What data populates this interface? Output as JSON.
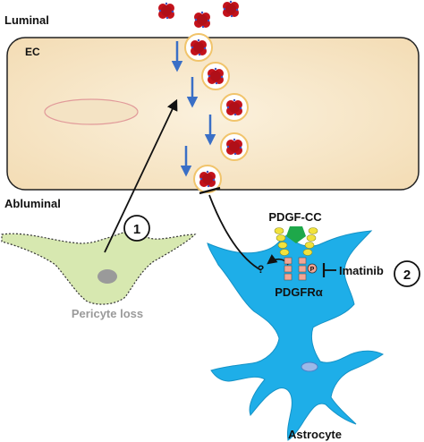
{
  "labels": {
    "luminal": "Luminal",
    "ec": "EC",
    "abluminal": "Abluminal",
    "pericyte_loss": "Pericyte loss",
    "pdgf_cc": "PDGF-CC",
    "pdgfr_alpha": "PDGFRα",
    "imatinib": "Imatinib",
    "astrocyte": "Astrocyte",
    "question": "?",
    "phospho": "P",
    "step1": "1",
    "step2": "2"
  },
  "colors": {
    "endothelial_fill": "#f8e9cf",
    "pericyte_fill": "#d7e8b0",
    "astrocyte_fill": "#1eaee8",
    "arrow_blue": "#3a6fc6",
    "particle_red": "#c3121b",
    "vesicle_ring": "#f1c46b",
    "ligand_green": "#1ea84a",
    "ligand_yellow": "#f2e23c",
    "receptor_salmon": "#f2a594"
  }
}
